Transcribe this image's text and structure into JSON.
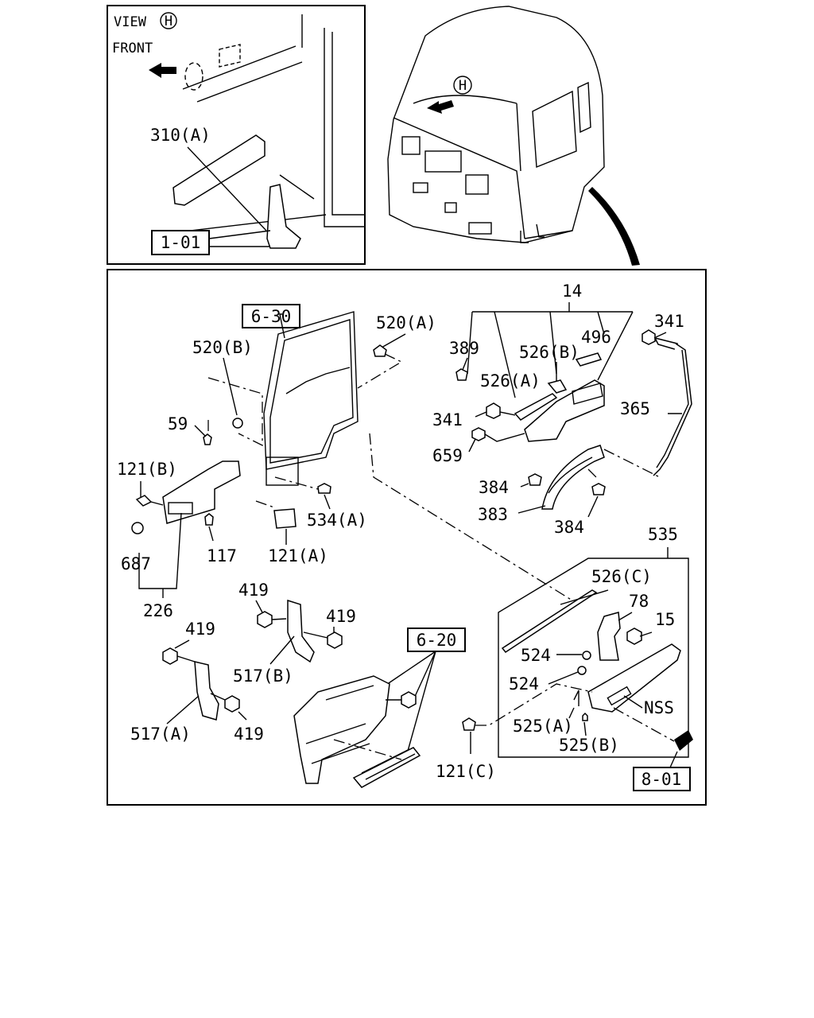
{
  "view_inset": {
    "view_text": "VIEW",
    "view_marker": "H",
    "front_text": "FRONT"
  },
  "cab": {
    "marker": "H"
  },
  "callouts": {
    "c310A": "310(A)",
    "c101": "1-01",
    "c630": "6-30",
    "c520A": "520(A)",
    "c520B": "520(B)",
    "c59": "59",
    "c121B": "121(B)",
    "c687": "687",
    "c226": "226",
    "c117": "117",
    "c121A": "121(A)",
    "c534A": "534(A)",
    "c14": "14",
    "c341a": "341",
    "c389": "389",
    "c526B": "526(B)",
    "c496": "496",
    "c526A": "526(A)",
    "c341b": "341",
    "c659": "659",
    "c365": "365",
    "c384a": "384",
    "c383": "383",
    "c384b": "384",
    "c535": "535",
    "c526C": "526(C)",
    "c78": "78",
    "c15": "15",
    "c524a": "524",
    "c524b": "524",
    "cNSS": "NSS",
    "c525A": "525(A)",
    "c525B": "525(B)",
    "c121C": "121(C)",
    "c801": "8-01",
    "c419a": "419",
    "c419b": "419",
    "c419c": "419",
    "c419d": "419",
    "c517B": "517(B)",
    "c517A": "517(A)",
    "c620": "6-20"
  }
}
